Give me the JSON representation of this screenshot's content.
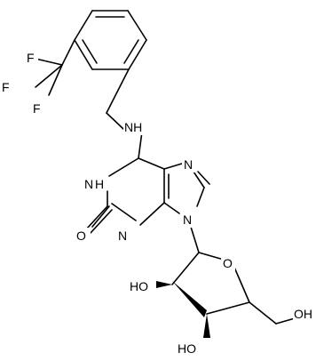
{
  "molecule": {
    "labels": {
      "f1": "F",
      "f2": "F",
      "f3": "F",
      "nh_amine": "NH",
      "n_h": "N",
      "h_on_n": "H",
      "n7": "N",
      "o_carbonyl": "O",
      "n3": "N",
      "n9": "N",
      "o_ring": "O",
      "ho_2": "HO",
      "ho_3": "HO",
      "oh_5": "OH"
    }
  }
}
